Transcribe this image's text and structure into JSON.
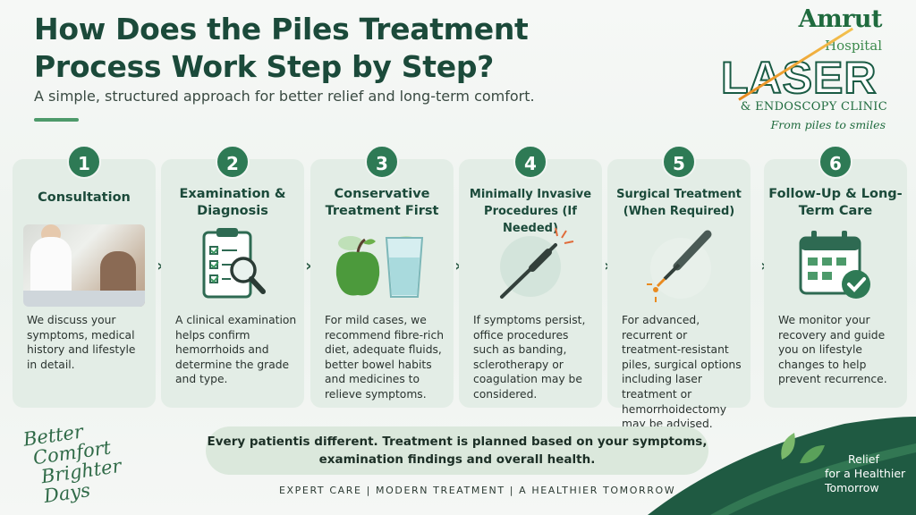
{
  "header": {
    "title": "How Does the Piles Treatment Process Work Step by Step?",
    "subtitle": "A simple, structured approach for better relief and long-term comfort."
  },
  "logo": {
    "brand": "Amrut",
    "sub": "Hospital",
    "name": "LASER",
    "clinic": "& ENDOSCOPY CLINIC",
    "tagline": "From piles to smiles"
  },
  "steps": [
    {
      "number": "1",
      "title": "Consultation",
      "body": "We discuss your symptoms, medical history and lifestyle in detail.",
      "icon": "doctor-consultation-photo"
    },
    {
      "number": "2",
      "title": "Examination & Diagnosis",
      "body": "A clinical examination helps confirm hemorrhoids and determine the grade and type.",
      "icon": "clipboard-magnifier-icon"
    },
    {
      "number": "3",
      "title": "Conservative Treatment First",
      "body": "For mild cases, we recommend fibre-rich diet, adequate fluids, better bowel habits and medicines to relieve symptoms.",
      "icon": "apple-water-icon"
    },
    {
      "number": "4",
      "title": "Minimally Invasive Procedures (If Needed)",
      "body": "If symptoms persist, office procedures such as banding, sclerotherapy or coagulation may be considered.",
      "icon": "procedure-probe-icon"
    },
    {
      "number": "5",
      "title": "Surgical Treatment (When Required)",
      "body": "For advanced, recurrent or treatment-resistant piles, surgical options including laser treatment or hemorrhoidectomy may be advised.",
      "icon": "laser-device-icon"
    },
    {
      "number": "6",
      "title": "Follow-Up & Long-Term Care",
      "body": "We monitor your recovery and guide you on lifestyle changes to help prevent recurrence.",
      "icon": "calendar-check-icon"
    }
  ],
  "slogan": [
    "Better",
    "Comfort",
    "Brighter Days"
  ],
  "note": "Every patientis different. Treatment is planned based on your symptoms, examination findings and overall health.",
  "footer": "EXPERT CARE   |   MODERN TREATMENT   |   A HEALTHIER TOMORROW",
  "relief": [
    "Relief",
    "for a Healthier",
    "Tomorrow"
  ],
  "colors": {
    "primary": "#1b4a3a",
    "accent": "#2e7a55",
    "card": "#e3ede6",
    "orange": "#e98a1f"
  }
}
